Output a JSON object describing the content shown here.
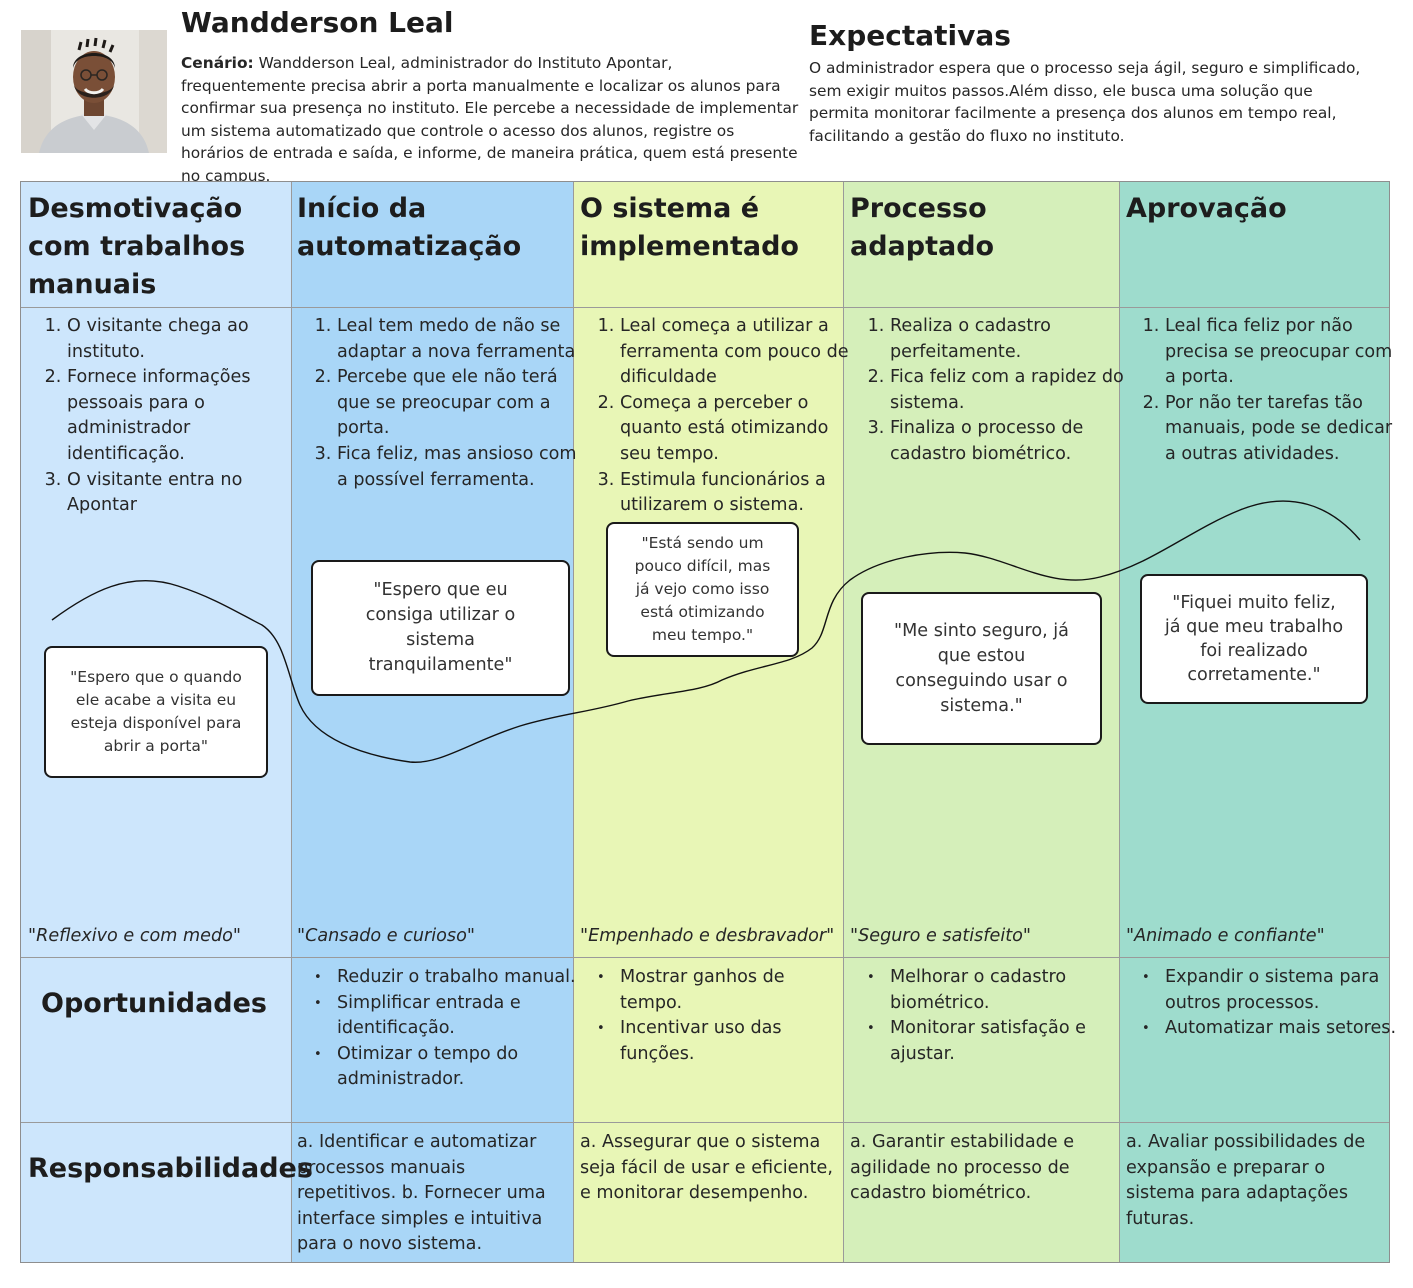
{
  "persona": {
    "name": "Wandderson Leal",
    "scenario_label": "Cenário:",
    "scenario_text": " Wandderson Leal, administrador do Instituto Apontar, frequentemente precisa abrir a porta manualmente e localizar os alunos para confirmar sua presença no instituto. Ele percebe a necessidade de implementar um sistema automatizado que controle o acesso dos alunos, registre os horários de entrada e saída, e informe, de maneira prática, quem está presente no campus."
  },
  "expectations": {
    "title": "Expectativas",
    "text": "O administrador espera que o processo seja ágil, seguro e simplificado, sem exigir muitos passos.Além disso, ele busca uma solução que permita monitorar facilmente a presença dos alunos em tempo real, facilitando a gestão do fluxo no instituto."
  },
  "colors": {
    "col1": "#cde6fc",
    "col2": "#a9d6f7",
    "col3": "#e8f6b6",
    "col4": "#d5efba",
    "col5": "#9edccd"
  },
  "stages": [
    {
      "title": "Desmotivação com trabalhos manuais",
      "steps": [
        "O visitante chega ao instituto.",
        "Fornece informações pessoais para o administrador identificação.",
        "O visitante entra no Apontar"
      ],
      "quote": "\"Espero que o quando ele acabe a visita eu esteja disponível para abrir a porta\"",
      "feeling": "\"Reflexivo e com medo\""
    },
    {
      "title": "Início da automatização",
      "steps": [
        "Leal tem medo de não se adaptar a nova ferramenta",
        "Percebe que ele não terá que se preocupar com a porta.",
        "Fica feliz, mas ansioso com a possível ferramenta."
      ],
      "quote": "\"Espero que eu consiga utilizar o sistema tranquilamente\"",
      "feeling": "\"Cansado e curioso\"",
      "opportunities": [
        "Reduzir o trabalho manual.",
        "Simplificar entrada e identificação.",
        "Otimizar o tempo do administrador."
      ],
      "responsibilities": "a. Identificar e automatizar processos manuais repetitivos. b. Fornecer uma interface simples e intuitiva para o novo sistema."
    },
    {
      "title": "O sistema é implementado",
      "steps": [
        "Leal começa a utilizar a ferramenta com pouco de dificuldade",
        "Começa a perceber o quanto está otimizando seu tempo.",
        "Estimula funcionários a utilizarem o sistema."
      ],
      "quote": "\"Está sendo um pouco difícil, mas já vejo como isso está otimizando meu tempo.\"",
      "feeling": "\"Empenhado e desbravador\"",
      "opportunities": [
        "Mostrar ganhos de tempo.",
        "Incentivar uso das funções."
      ],
      "responsibilities": "a. Assegurar que o sistema seja fácil de usar e eficiente, e monitorar desempenho."
    },
    {
      "title": "Processo adaptado",
      "steps": [
        "Realiza o cadastro perfeitamente.",
        " Fica feliz com a rapidez do sistema.",
        "Finaliza o processo de cadastro biométrico."
      ],
      "quote": "\"Me sinto seguro, já que estou conseguindo usar o sistema.\"",
      "feeling": "\"Seguro e satisfeito\"",
      "opportunities": [
        "Melhorar o cadastro biométrico.",
        "Monitorar satisfação e ajustar."
      ],
      "responsibilities": "a. Garantir estabilidade e agilidade no processo de cadastro biométrico."
    },
    {
      "title": "Aprovação",
      "steps": [
        "Leal fica feliz por não precisa se preocupar com a porta.",
        "Por não ter tarefas tão manuais, pode se dedicar a outras atividades."
      ],
      "quote": "\"Fiquei muito feliz, já que meu trabalho foi realizado corretamente.\"",
      "feeling": "\"Animado e confiante\"",
      "opportunities": [
        "Expandir o sistema para outros processos.",
        "Automatizar mais setores."
      ],
      "responsibilities": "a. Avaliar possibilidades de expansão e preparar o sistema para adaptações futuras."
    }
  ],
  "row_labels": {
    "opportunities": "Oportunidades",
    "responsibilities": "Responsabilidades"
  }
}
